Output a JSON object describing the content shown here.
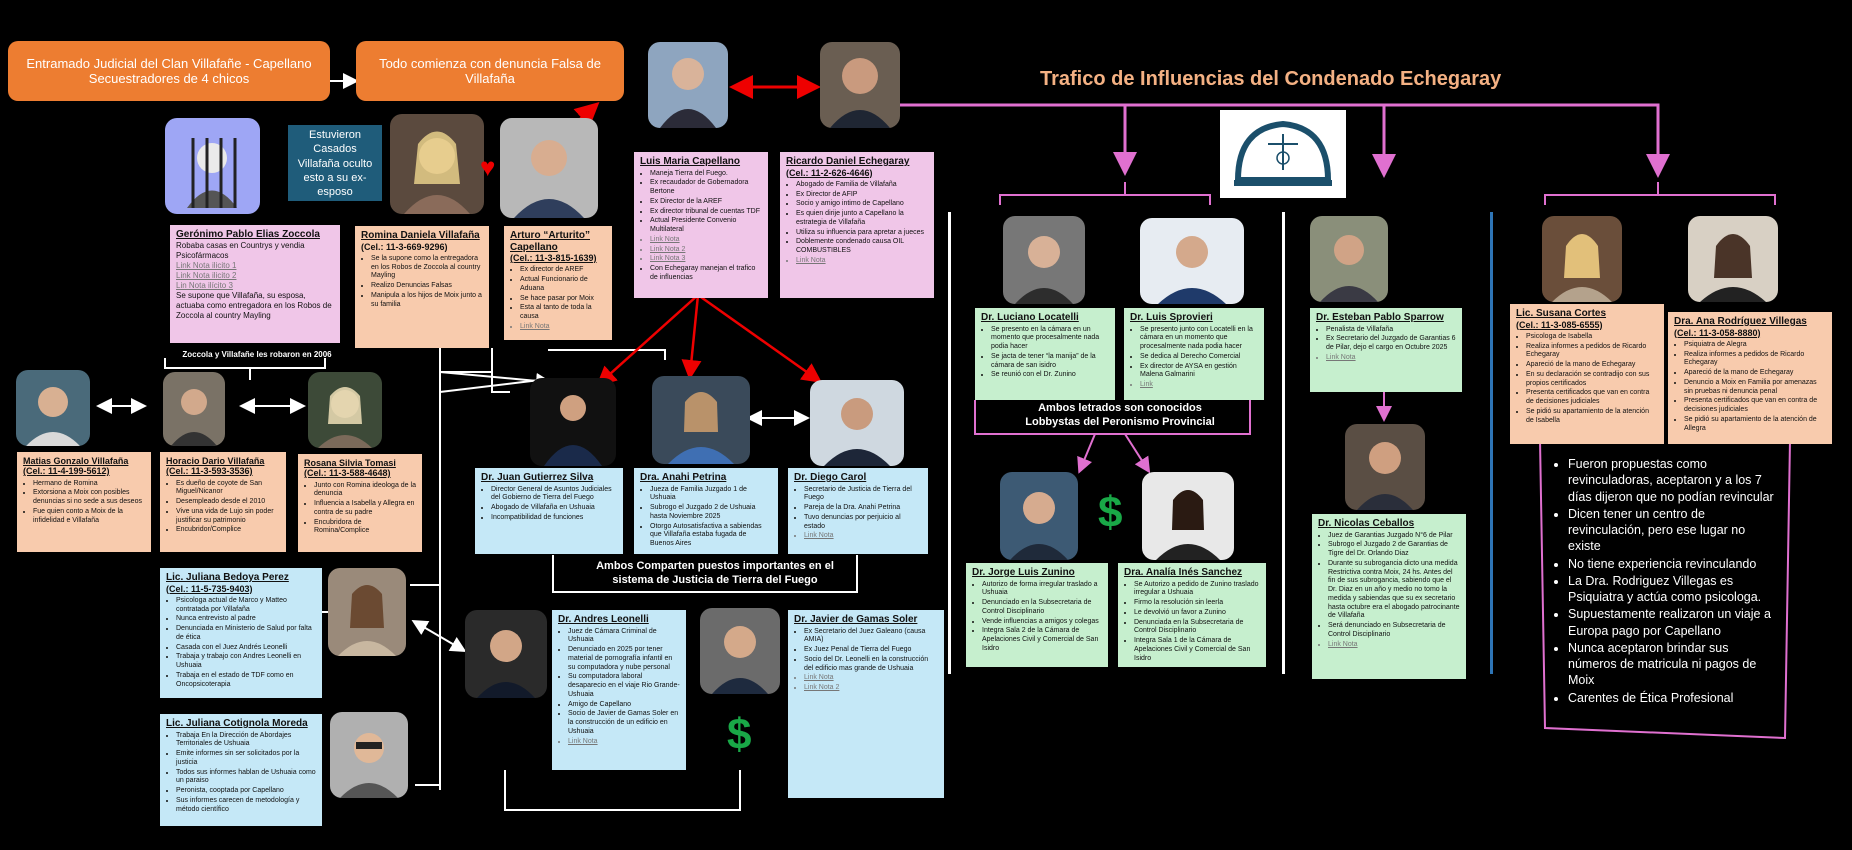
{
  "header": {
    "box1": "Entramado Judicial del Clan Villafañe - Capellano Secuestradores de 4 chicos",
    "box2": "Todo comienza con denuncia Falsa de Villafaña",
    "title": "Trafico de Influencias del Condenado Echegaray"
  },
  "colors": {
    "orange": "#ed7d31",
    "pink_line": "#e070d0",
    "red_arrow": "#e00000",
    "dollar": "#19a847"
  },
  "teal_note": "Estuvieron Casados Villafaña oculto esto a su ex-esposo",
  "labels": {
    "robaron": "Zoccola y Villafañe les robaron en 2006",
    "comparten": "Ambos Comparten puestos importantes en el sistema de Justicia de Tierra del Fuego",
    "lobbystas": "Ambos letrados son conocidos Lobbystas del Peronismo Provincial"
  },
  "cards": {
    "zoccola": {
      "name": "Gerónimo Pablo Elias Zoccola",
      "intro": "Robaba casas en Countrys y vendia Psicofármacos",
      "links": [
        "Link Nota ilicito 1",
        "Link Nota ilicito 2",
        "Lin Nota ilícito 3"
      ],
      "outro": "Se supone que Villafaña, su esposa, actuaba como entregadora en los Robos de Zoccola al country Mayling"
    },
    "romina": {
      "name": "Romina Daniela Villafaña",
      "phone": "(Cel.: 11-3-669-9296)",
      "items": [
        "Se la supone como la entregadora en los Robos de Zoccola al country Mayling",
        "Realizo Denuncias Falsas",
        "Manipula a los hijos de Moix junto a su familia"
      ]
    },
    "arturo": {
      "name": "Arturo “Arturito” Capellano",
      "phone": "(Cel.: 11-3-815-1639)",
      "items": [
        "Ex director de AREF",
        "Actual Funcionario de Aduana",
        "Se hace pasar por Moix",
        "Esta al tanto de toda la causa"
      ],
      "link": "Link Nota"
    },
    "luis": {
      "name": "Luis Maria Capellano",
      "items": [
        "Maneja Tierra del Fuego.",
        "Ex recaudador de Gobernadora Bertone",
        "Ex Director de la AREF",
        "Ex director tribunal de cuentas TDF",
        "Actual Presidente Convenio Multilateral"
      ],
      "links": [
        "Link Nota",
        "Link Nota 2",
        "Link Nota 3"
      ],
      "extra": "Con Echegaray manejan el trafico de influencias"
    },
    "ricardo": {
      "name": "Ricardo Daniel Echegaray",
      "phone": "(Cel.: 11-2-626-4646)",
      "items": [
        "Abogado de Familia de Villafaña",
        "Ex Director de AFIP",
        "Socio y amigo intimo de Capellano",
        "Es quien dirije junto a Capellano la estrategia de Villafaña",
        "Utiliza su influencia para apretar a jueces",
        "Doblemente condenado causa OIL COMBUSTIBLES"
      ],
      "link": "Link Nota"
    },
    "matias": {
      "name": "Matias Gonzalo Villafaña",
      "phone": "(Cel.: 11-4-199-5612)",
      "items": [
        "Hermano de Romina",
        "Extorsiona a Moix con posibles denuncias si no sede a sus deseos",
        "Fue quien conto a Moix de la infidelidad e Villafaña"
      ]
    },
    "horacio": {
      "name": "Horacio Dario Villafaña",
      "phone": "(Cel.: 11-3-593-3536)",
      "items": [
        "Es dueño de coyote de San Miguel/Nicanor",
        "Desempleado desde el 2010",
        "Vive una vida de Lujo sin poder justificar su patrimonio",
        "Encubridor/Complice"
      ]
    },
    "rosana": {
      "name": "Rosana Silvia Tomasi",
      "phone": "(Cel.: 11-3-588-4648)",
      "items": [
        "Junto con Romina ideologa de la denuncia",
        "Influencia a Isabella y Allegra en contra de su padre",
        "Encubridora de Romina/Complice"
      ]
    },
    "juan": {
      "name": "Dr. Juan Gutierrez Silva",
      "items": [
        "Director General de Asuntos Judiciales del Gobierno de Tierra del Fuego",
        "Abogado de Villafaña en Ushuaia",
        "Incompatibilidad de funciones"
      ]
    },
    "anahi": {
      "name": "Dra. Anahi Petrina",
      "items": [
        "Jueza de Familia Juzgado 1 de Ushuaia",
        "Subrogo el Juzgado 2 de Ushuaia hasta Noviembre 2025",
        "Otorgo Autosatisfactiva a sabiendas que Villafaña estaba fugada de Buenos Aires"
      ]
    },
    "diego": {
      "name": "Dr. Diego Carol",
      "items": [
        "Secretario de Justicia de Tierra del Fuego",
        "Pareja de la Dra. Anahi Petrina",
        "Tuvo denuncias por perjuicio al estado"
      ],
      "link": "Link Nota"
    },
    "bedoya": {
      "name": "Lic. Juliana Bedoya Perez",
      "phone": "(Cel.: 11-5-735-9403)",
      "items": [
        "Psicologa actual de Marco y Matteo contratada por Villafaña",
        "Nunca entrevisto al padre",
        "Denunciada en Ministerio de Salud por falta de ética",
        "Casada con el Juez Andrés Leonelli",
        "Trabaja y trabajo con Andres Leonelli en Ushuaia",
        "Trabaja en el estado de TDF como en Oncopsicoterapia"
      ]
    },
    "cotignola": {
      "name": "Lic. Juliana Cotignola Moreda",
      "items": [
        "Trabaja En la Dirección de Abordajes Territoriales de Ushuaia",
        "Emite informes sin ser solicitados por la justicia",
        "Todos sus informes hablan de Ushuaia como un paraiso",
        "Peronista, cooptada por Capellano",
        "Sus informes carecen de metodología y método científico"
      ]
    },
    "leonelli": {
      "name": "Dr. Andres Leonelli",
      "items": [
        "Juez de Cámara Criminal de Ushuaia",
        "Denunciado en 2025 por tener material de pornografía infantil en su computadora y nube personal",
        "Su computadora laboral desaparecio en el viaje Rio Grande-Ushuaia",
        "Amigo de Capellano",
        "Socio de Javier de Gamas Soler en la construcción de un edificio en Ushuaia"
      ],
      "link": "Link Nota"
    },
    "gamas": {
      "name": "Dr. Javier de Gamas Soler",
      "items": [
        "Ex Secretario del Juez Galeano (causa AMIA)",
        "Ex Juez Penal de Tierra del Fuego",
        "Socio del Dr. Leonelli en la construcción del edificio mas grande de Ushuaia"
      ],
      "links": [
        "Link Nota",
        "Link Nota 2"
      ]
    },
    "locatelli": {
      "name": "Dr. Luciano Locatelli",
      "items": [
        "Se presento en la cámara en un momento que procesalmente nada podia hacer",
        "Se jacta de tener “la manija” de la cámara de san isidro",
        "Se reunió con el Dr. Zunino"
      ]
    },
    "sprovieri": {
      "name": "Dr. Luis Sprovieri",
      "items": [
        "Se presento junto con Locatelli en la cámara en un momento que procesalmente nada podia hacer",
        "Se dedica al Derecho Comercial",
        "Ex director de AYSA en gestión Malena Galmarini"
      ],
      "link": "Link"
    },
    "zunino": {
      "name": "Dr. Jorge Luis Zunino",
      "items": [
        "Autorizo de forma irregular traslado a Ushuaia",
        "Denunciado en la Subsecretaria de Control Disciplinario",
        "Vende influencias a amigos y colegas",
        "Integra Sala 2 de la Cámara de Apelaciones Civil y Comercial de San Isidro"
      ]
    },
    "sanchez": {
      "name": "Dra. Analía Inés Sanchez",
      "items": [
        "Se Autorizo a pedido de Zunino traslado irregular a Ushuaia",
        "Firmo la resolución sin leerla",
        "Le devolvió un favor a Zunino",
        "Denunciada en la Subsecretaria de Control Disciplinario",
        "Integra Sala 1 de la Cámara de Apelaciones Civil y Comercial de San Isidro"
      ]
    },
    "sparrow": {
      "name": "Dr. Esteban Pablo Sparrow",
      "items": [
        "Penalista de Villafaña",
        "Ex Secretario del Juzgado de Garantias 6 de Pilar, dejo el cargo en Octubre 2025"
      ],
      "link": "Link Nota"
    },
    "ceballos": {
      "name": "Dr. Nicolas Ceballos",
      "items": [
        "Juez de Garantias Juzgado N°6 de Pilar",
        "Subrogo el Juzgado 2 de Garantias de Tigre del Dr. Orlando Diaz",
        "Durante su subrogancia dicto una medida Restrictiva contra Moix, 24 hs. Antes del fin de sus subrogancia, sabiendo que el Dr. Diaz en un año y medio no tomo la medida y sabiendas que su ex secretario hasta octubre era el abogado patrocinante de Villafaña",
        "Será denunciado en Subsecretaria de Control Disciplinario"
      ],
      "link": "Link Nota"
    },
    "cortes": {
      "name": "Lic. Susana Cortes",
      "phone": "(Cel.: 11-3-085-6555)",
      "items": [
        "Psicologa de Isabella",
        "Realiza informes a pedidos de Ricardo Echegaray",
        "Apareció de la mano de Echegaray",
        "En su declaración se contradijo con sus propios certificados",
        "Presenta certificados que van en contra de decisiones judiciales",
        "Se pidió su apartamiento de la atención de Isabella"
      ]
    },
    "villegas": {
      "name": "Dra. Ana Rodríguez Villegas",
      "phone": "(Cel.: 11-3-058-8880)",
      "items": [
        "Psiquiatra de Alegra",
        "Realiza informes a pedidos de Ricardo Echegaray",
        "Apareció de la mano de Echegaray",
        "Denuncio a Moix en Familia por amenazas sin pruebas ni denuncia penal",
        "Presenta certificados que van en contra de decisiones judiciales",
        "Se pidió su apartamiento de la atención de Allegra"
      ]
    }
  },
  "right_bullets": [
    "Fueron propuestas como revinculadoras, aceptaron y a los 7 días dijeron que no podían revincular",
    "Dicen tener un centro de revinculación, pero ese lugar no existe",
    "No tiene experiencia revinculando",
    "La Dra. Rodriguez Villegas es Psiquiatra y actúa como psicologa.",
    "Supuestamente realizaron un viaje a Europa pago por Capellano",
    "Nunca aceptaron brindar sus números de matricula ni pagos de Moix",
    "Carentes de Ética Profesional"
  ]
}
